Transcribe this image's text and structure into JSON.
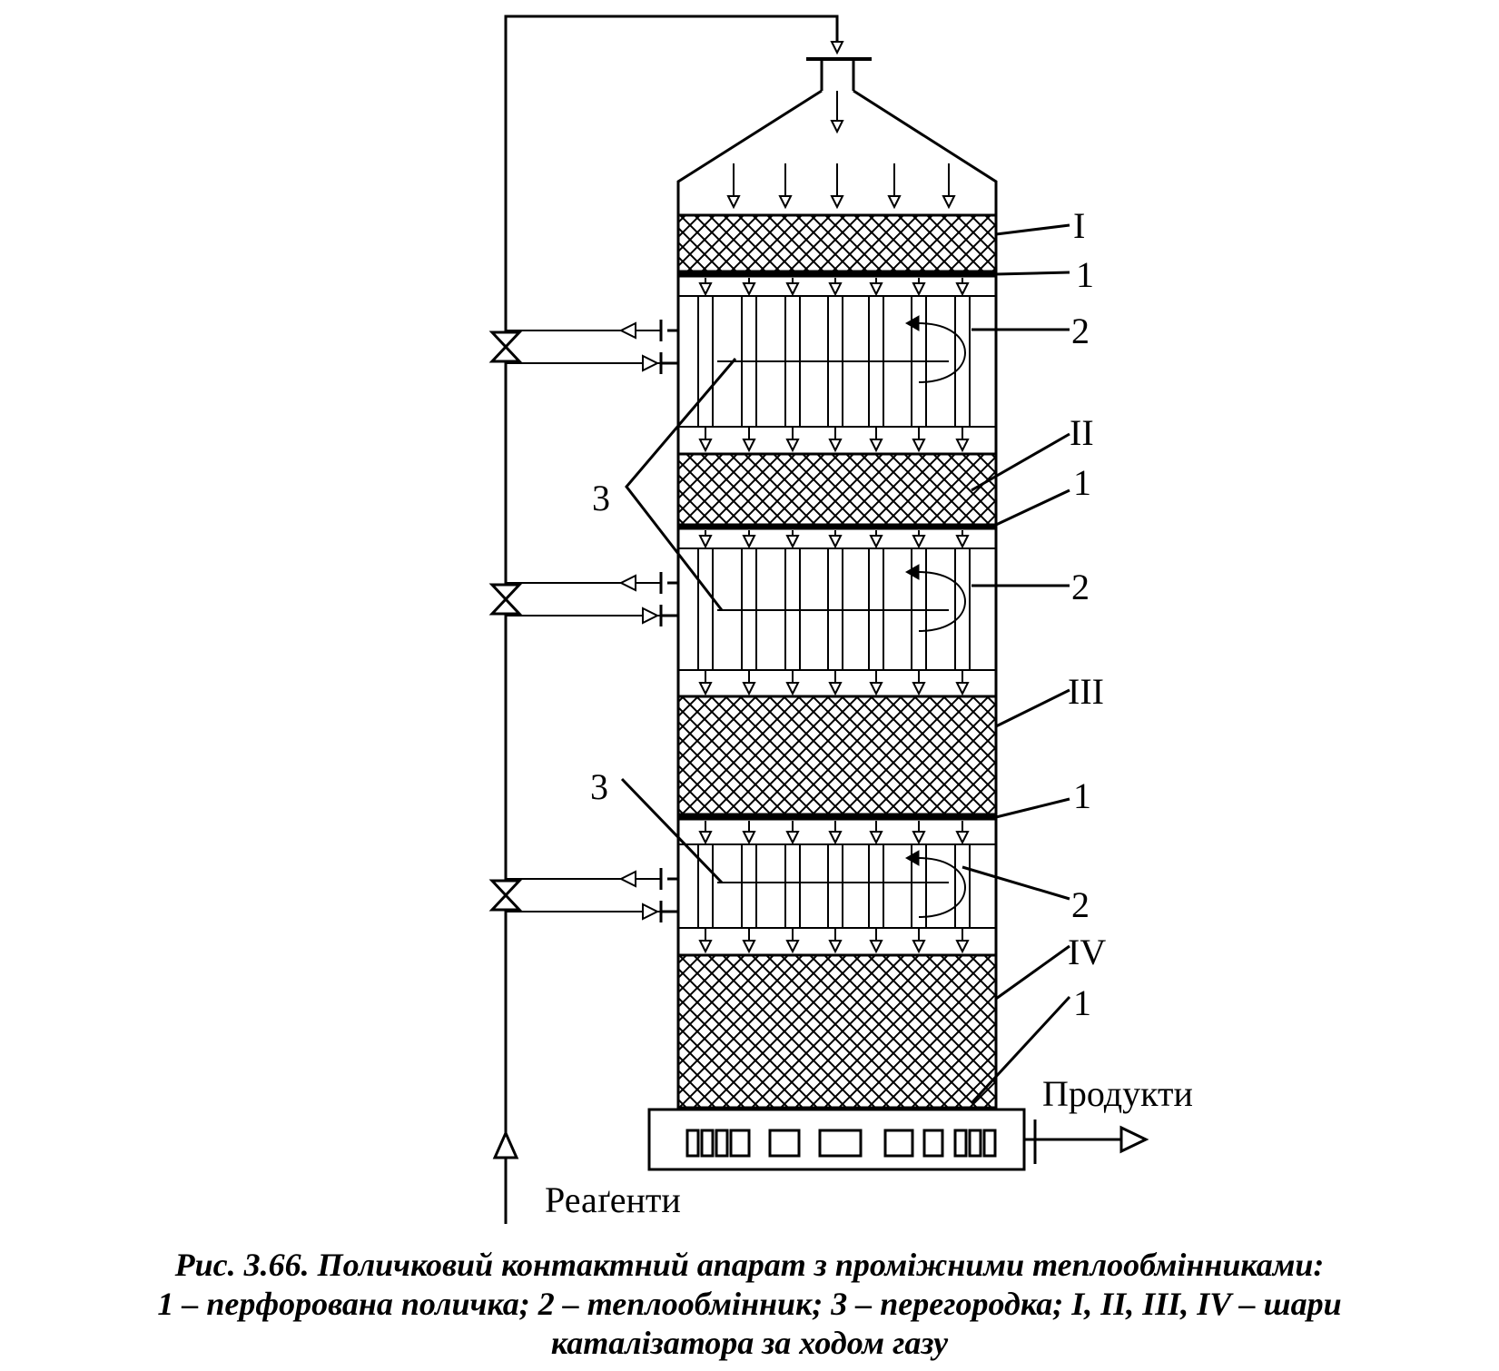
{
  "diagram": {
    "labels": {
      "layer_1": "I",
      "layer_2": "II",
      "layer_3": "III",
      "layer_4": "IV",
      "shelf": "1",
      "heat_exchanger": "2",
      "partition": "3",
      "products": "Продукти",
      "reagents": "Реаґенти"
    }
  },
  "caption": {
    "line1": "Рис. 3.66. Поличковий контактний апарат з проміжними теплообмінниками:",
    "line2": "1 – перфорована поличка; 2 – теплообмінник; 3 – перегородка; I, II, III, IV – шари",
    "line3": "каталізатора за ходом газу"
  }
}
